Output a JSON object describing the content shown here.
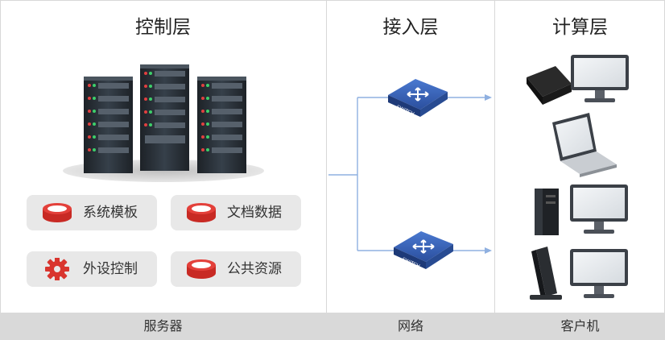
{
  "columns": {
    "control": {
      "title": "控制层",
      "footer": "服务器"
    },
    "access": {
      "title": "接入层",
      "footer": "网络"
    },
    "compute": {
      "title": "计算层",
      "footer": "客户机"
    }
  },
  "features": [
    {
      "label": "系统模板",
      "icon": "disk-icon"
    },
    {
      "label": "文档数据",
      "icon": "disk-icon"
    },
    {
      "label": "外设控制",
      "icon": "gear-icon"
    },
    {
      "label": "公共资源",
      "icon": "disk-icon"
    }
  ],
  "switch_label": "SWITCH",
  "colors": {
    "accent_red": "#d9352e",
    "line_blue": "#8fb0e0",
    "switch_blue": "#2f56a8"
  }
}
